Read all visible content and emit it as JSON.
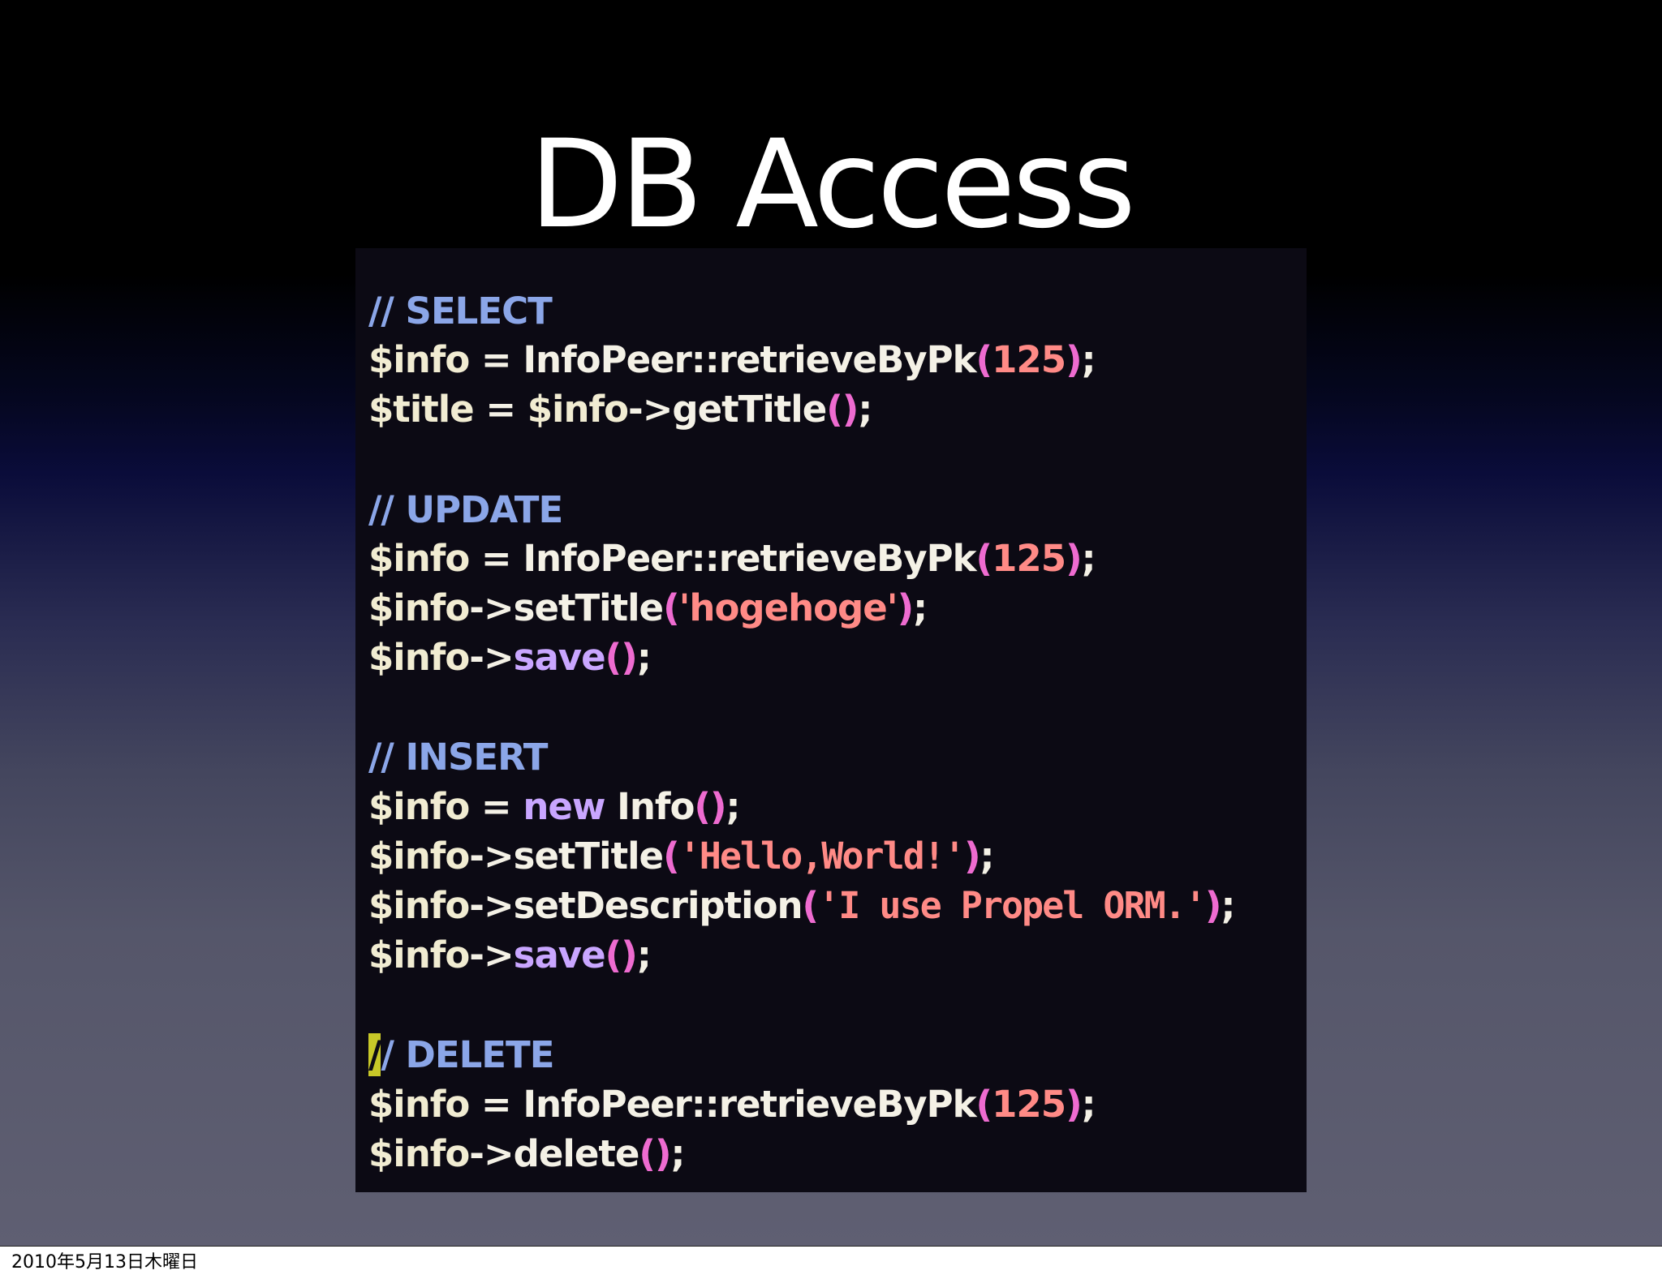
{
  "slide": {
    "title": "DB Access",
    "code": {
      "select": {
        "comment": "// SELECT",
        "line1": {
          "var": "$info",
          "eq": " = ",
          "class_call": "InfoPeer::retrieveByPk",
          "open": "(",
          "arg": "125",
          "close": ")",
          "end": ";"
        },
        "line2": {
          "var": "$title",
          "eq": " = ",
          "obj": "$info",
          "arrow": "->",
          "method": "getTitle",
          "parens": "()",
          "end": ";"
        }
      },
      "update": {
        "comment": "// UPDATE",
        "line1": {
          "var": "$info",
          "eq": " = ",
          "class_call": "InfoPeer::retrieveByPk",
          "open": "(",
          "arg": "125",
          "close": ")",
          "end": ";"
        },
        "line2": {
          "obj": "$info",
          "arrow": "->",
          "method": "setTitle",
          "open": "(",
          "arg": "'hogehoge'",
          "close": ")",
          "end": ";"
        },
        "line3": {
          "obj": "$info",
          "arrow": "->",
          "method": "save",
          "parens": "()",
          "end": ";"
        }
      },
      "insert": {
        "comment": "// INSERT",
        "line1": {
          "var": "$info",
          "eq": " = ",
          "kw": "new",
          "cls": " Info",
          "parens": "()",
          "end": ";"
        },
        "line2": {
          "obj": "$info",
          "arrow": "->",
          "method": "setTitle",
          "open": "(",
          "arg": "'Hello,World!'",
          "close": ")",
          "end": ";"
        },
        "line3": {
          "obj": "$info",
          "arrow": "->",
          "method": "setDescription",
          "open": "(",
          "arg": "'I use Propel ORM.'",
          "close": ")",
          "end": ";"
        },
        "line4": {
          "obj": "$info",
          "arrow": "->",
          "method": "save",
          "parens": "()",
          "end": ";"
        }
      },
      "delete": {
        "cursor_char": "/",
        "comment_rest": "/ DELETE",
        "line1": {
          "var": "$info",
          "eq": " = ",
          "class_call": "InfoPeer::retrieveByPk",
          "open": "(",
          "arg": "125",
          "close": ")",
          "end": ";"
        },
        "line2": {
          "obj": "$info",
          "arrow": "->",
          "method": "delete",
          "parens": "()",
          "end": ";"
        }
      }
    }
  },
  "footer": {
    "date": "2010年5月13日木曜日"
  },
  "colors": {
    "comment": "#8ba6e8",
    "string": "#ff8a86",
    "keyword": "#c9a6ff",
    "paren": "#ee6bd0",
    "cursor": "#c8c828"
  }
}
